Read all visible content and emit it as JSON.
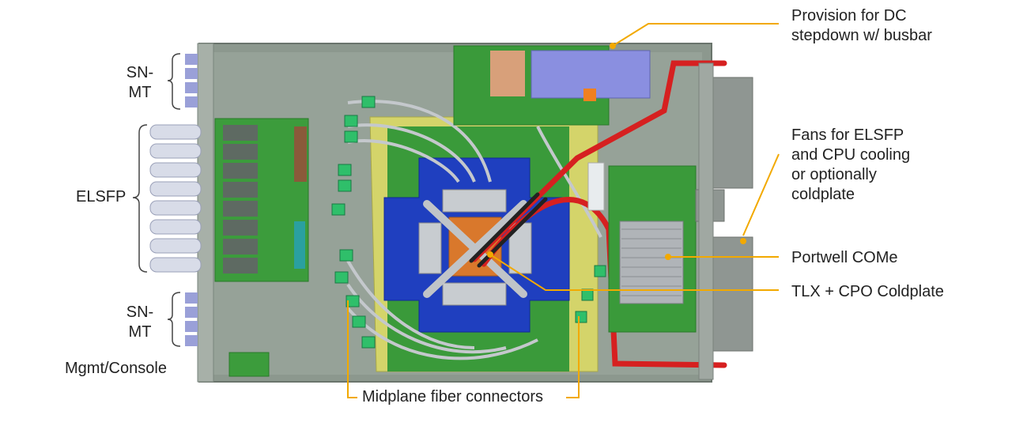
{
  "labels": {
    "sn_mt_top": "SN-\nMT",
    "elsfp": "ELSFP",
    "sn_mt_bottom": "SN-\nMT",
    "mgmt_console": "Mgmt/Console",
    "provision": "Provision for DC\nstepdown w/ busbar",
    "fans": "Fans for ELSFP\nand CPU cooling\nor optionally\ncoldplate",
    "portwell": "Portwell COMe",
    "tlx_cpo": "TLX + CPO Coldplate",
    "midplane": "Midplane fiber connectors"
  },
  "colors": {
    "callout_line": "#f2a900",
    "chassis": "#8e9a90",
    "pcb": "#3a9a3a",
    "coldplate_yellow": "#d8d86a",
    "blue_plate": "#1f3fbf",
    "orange_die": "#d9782c",
    "red_busbar": "#d62020",
    "psu_blue": "#8a8fe0"
  }
}
